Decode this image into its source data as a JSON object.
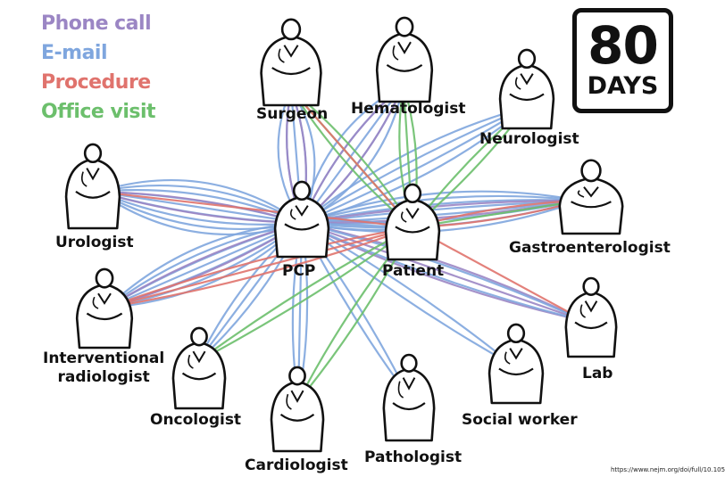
{
  "legend": {
    "phone": {
      "label": "Phone call",
      "color": "#9b86c4"
    },
    "email": {
      "label": "E-mail",
      "color": "#7fa6de"
    },
    "procedure": {
      "label": "Procedure",
      "color": "#e0736d"
    },
    "office": {
      "label": "Office visit",
      "color": "#6cbf6c"
    }
  },
  "badge": {
    "number": "80",
    "unit": "DAYS"
  },
  "nodes": {
    "surgeon": "Surgeon",
    "hematologist": "Hematologist",
    "neurologist": "Neurologist",
    "urologist": "Urologist",
    "pcp": "PCP",
    "patient": "Patient",
    "gastroenterologist": "Gastroenterologist",
    "interventional_radiologist_line1": "Interventional",
    "interventional_radiologist_line2": "radiologist",
    "lab": "Lab",
    "oncologist": "Oncologist",
    "social_worker": "Social worker",
    "cardiologist": "Cardiologist",
    "pathologist": "Pathologist"
  },
  "source_url": "https://www.nejm.org/doi/full/10.105"
}
